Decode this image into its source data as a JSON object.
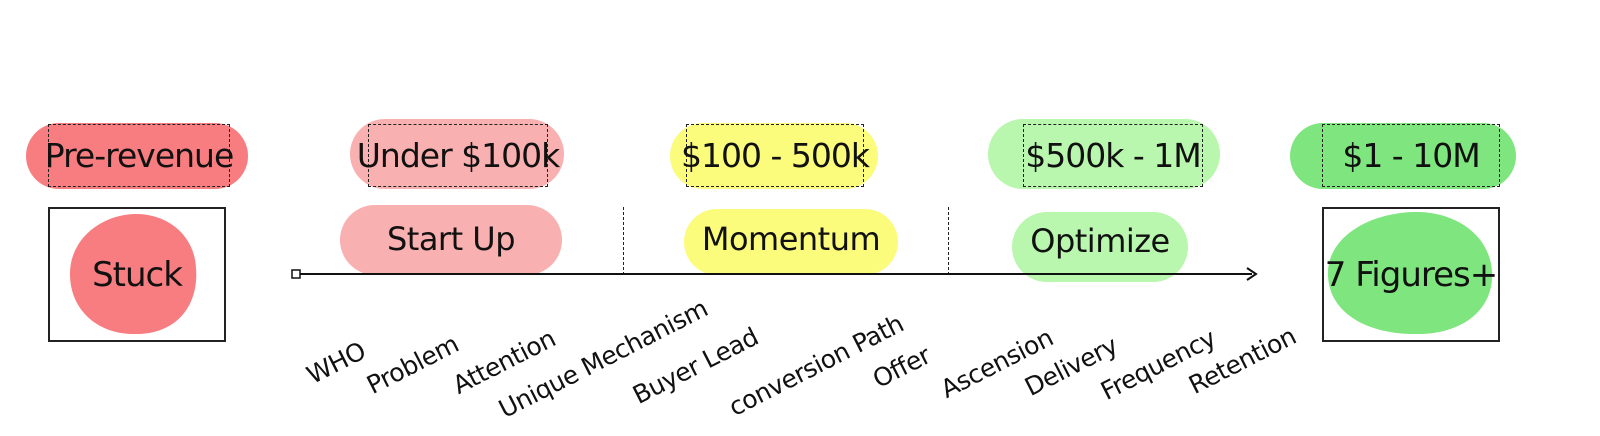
{
  "colors": {
    "stuck": "#f87d80",
    "startup": "#f9b0b0",
    "momentum": "#fbfb7c",
    "optimize": "#b8f7ad",
    "figures": "#7fe57e"
  },
  "tiers": [
    "Pre-revenue",
    "Under $100k",
    "$100 - 500k",
    "$500k - 1M",
    "$1 - 10M"
  ],
  "stages": [
    "Start Up",
    "Momentum",
    "Optimize"
  ],
  "start_state": "Stuck",
  "end_state": "7 Figures+",
  "steps": [
    "WHO",
    "Problem",
    "Attention",
    "Unique Mechanism",
    "Buyer Lead",
    "conversion Path",
    "Offer",
    "Ascension",
    "Delivery",
    "Frequency",
    "Retention"
  ]
}
